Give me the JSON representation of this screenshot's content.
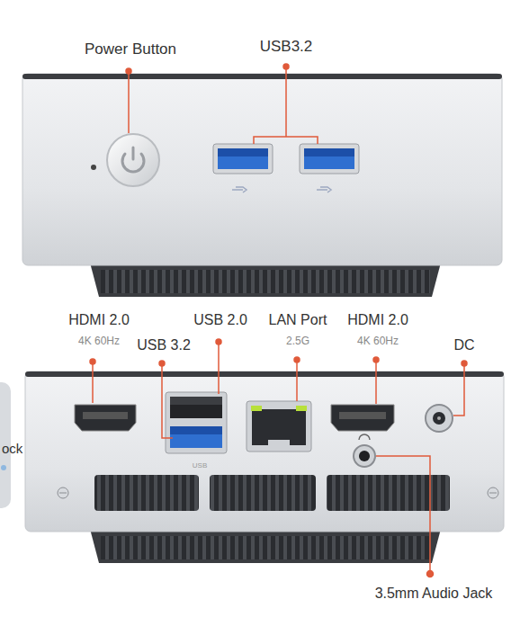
{
  "diagram": {
    "labels": [
      "Power Button",
      "USB3.2",
      "HDMI 2.0",
      "4K 60Hz",
      "USB 2.0",
      "USB 3.2",
      "LAN Port",
      "2.5G",
      "HDMI 2.0",
      "4K 60Hz",
      "DC",
      "3.5mm Audio Jack",
      "ock",
      "USB"
    ]
  }
}
